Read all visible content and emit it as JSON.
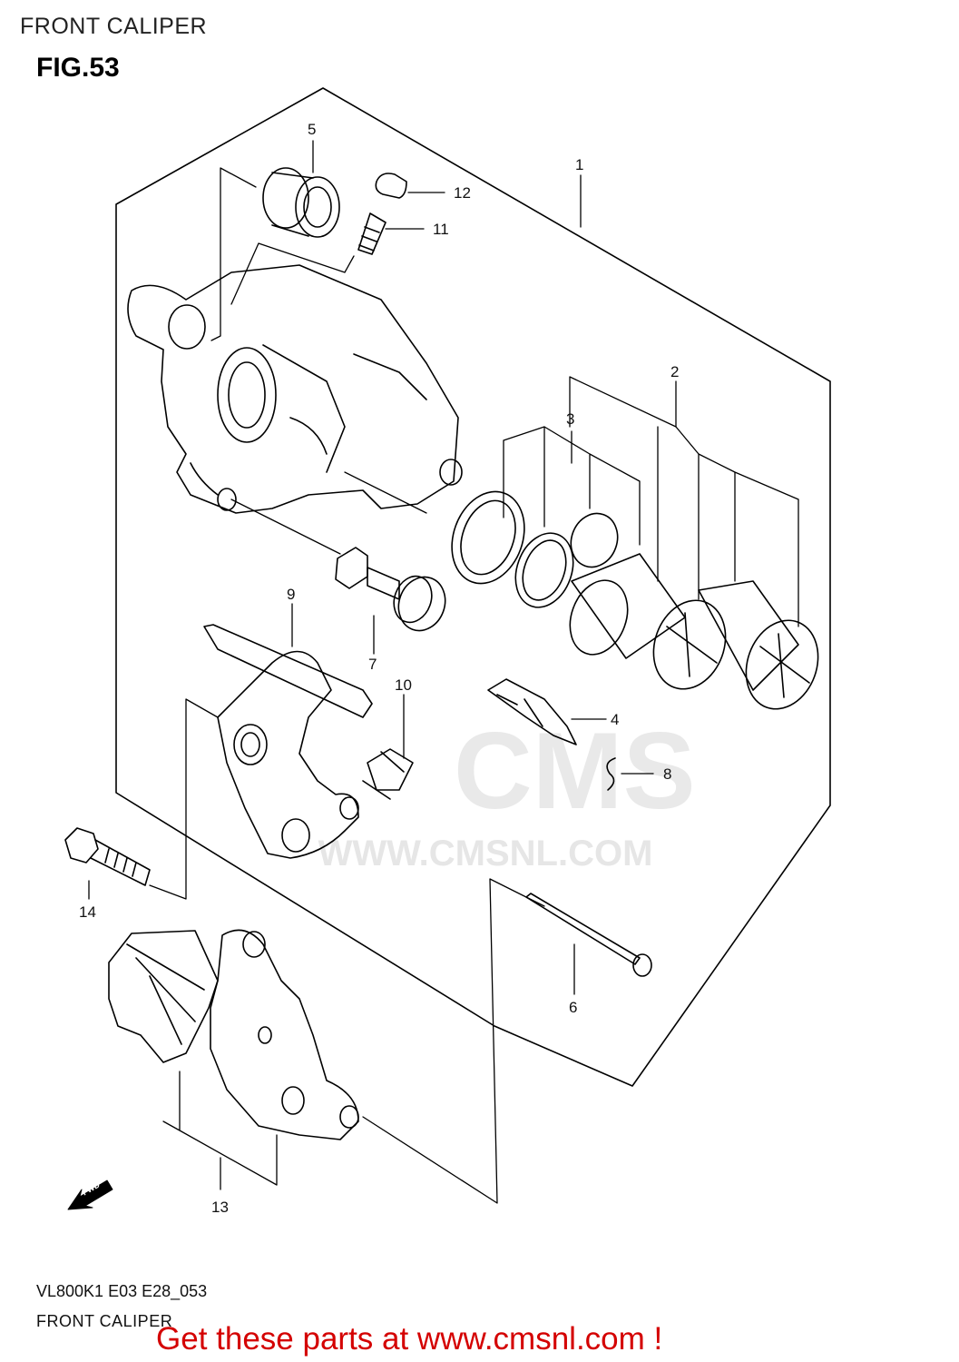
{
  "header": {
    "title": "FRONT CALIPER",
    "figure": "FIG.53"
  },
  "watermark": {
    "logo": "CMS",
    "url": "WWW.CMSNL.COM"
  },
  "callouts": [
    {
      "id": "1",
      "label": "1"
    },
    {
      "id": "2",
      "label": "2"
    },
    {
      "id": "3",
      "label": "3"
    },
    {
      "id": "4",
      "label": "4"
    },
    {
      "id": "5",
      "label": "5"
    },
    {
      "id": "6",
      "label": "6"
    },
    {
      "id": "7",
      "label": "7"
    },
    {
      "id": "8",
      "label": "8"
    },
    {
      "id": "9",
      "label": "9"
    },
    {
      "id": "10",
      "label": "10"
    },
    {
      "id": "11",
      "label": "11"
    },
    {
      "id": "12",
      "label": "12"
    },
    {
      "id": "13",
      "label": "13"
    },
    {
      "id": "14",
      "label": "14"
    }
  ],
  "direction_badge": {
    "label": "FWD",
    "icon": "forward-arrow-icon"
  },
  "footer": {
    "code": "VL800K1 E03 E28_053",
    "title": "FRONT CALIPER",
    "promo": "Get these parts at www.cmsnl.com !"
  },
  "colors": {
    "promo": "#d40000",
    "lines": "#000000"
  }
}
